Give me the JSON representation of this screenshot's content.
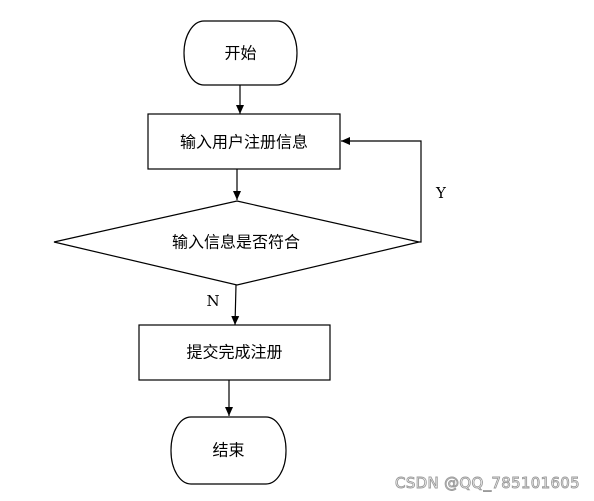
{
  "flowchart": {
    "nodes": {
      "start": {
        "shape": "terminal",
        "label": "开始"
      },
      "input": {
        "shape": "process",
        "label": "输入用户注册信息"
      },
      "check": {
        "shape": "decision",
        "label": "输入信息是否符合"
      },
      "submit": {
        "shape": "process",
        "label": "提交完成注册"
      },
      "end": {
        "shape": "terminal",
        "label": "结束"
      }
    },
    "edges": [
      {
        "from": "start",
        "to": "input",
        "label": ""
      },
      {
        "from": "input",
        "to": "check",
        "label": ""
      },
      {
        "from": "check",
        "to": "input",
        "label": "Y"
      },
      {
        "from": "check",
        "to": "submit",
        "label": "N"
      },
      {
        "from": "submit",
        "to": "end",
        "label": ""
      }
    ],
    "edge_labels": {
      "yes": "Y",
      "no": "N"
    }
  },
  "watermark": "CSDN @QQ_785101605"
}
